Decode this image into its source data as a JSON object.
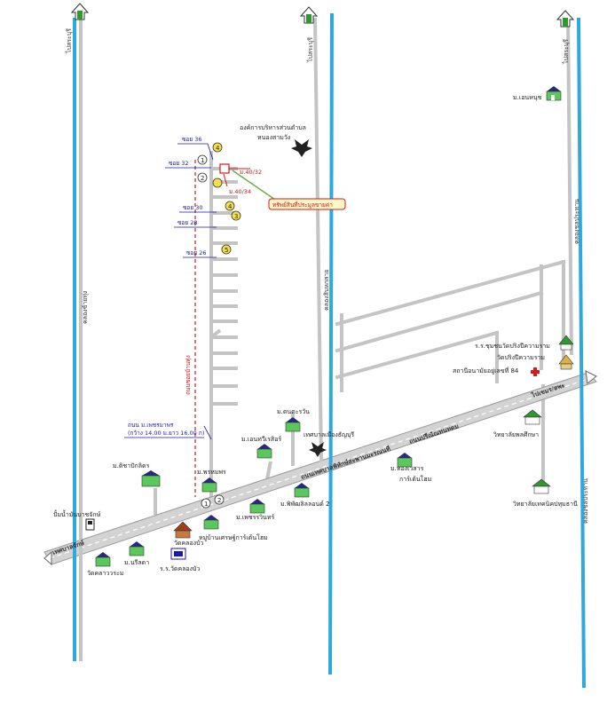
{
  "colors": {
    "water": "#2fa8de",
    "road": "#bdbdbd",
    "main_road": "#cfcfcf",
    "pointer": "#d41a1a",
    "soi_label": "#1a1aa8",
    "house_fill": "#5bc85b",
    "house_roof": "#2a2a7a"
  },
  "roads": {
    "main_road_left": "เทศบาลจักษ์",
    "main_road_upper": "ถนนปรีณัณทนทดม",
    "main_road_right": "ไปเขมร/สพะ",
    "bypass": "ถนนเทศบาลพิทักษ์สะพานมะรณนที",
    "north_left": "ไปสระบุรี",
    "north_mid": "ไปสระบุรี",
    "north_right": "ไปสระบุรี",
    "canal_left": "คลองซ้ายทุ่ง",
    "canal_mid": "คลองสิบหกสาย",
    "canal_right": "คลองชลประทาน",
    "soi_road": "ถนนซอยบ้านทุ่ง"
  },
  "sois": [
    {
      "label": "ซอย 36"
    },
    {
      "label": "ซอย 32"
    },
    {
      "label": "ซอย 30"
    },
    {
      "label": "ซอย 28"
    },
    {
      "label": "ซอย 26"
    }
  ],
  "markers": [
    "4",
    "1",
    "2",
    "4",
    "3",
    "5"
  ],
  "main_markers": [
    "1",
    "2"
  ],
  "parcels": {
    "p1": "ม.40/32",
    "p2": "ม.40/34"
  },
  "callout": "ทรัพย์สินที่ประมูลขายค่า",
  "org": "องค์การบริหารส่วนตำบล\nหนองสามวัง",
  "org_line1": "องค์การบริหารส่วนตำบล",
  "org_line2": "หนองสามวัง",
  "road_note_line1": "ถนน ม.เพชรมาพร",
  "road_note_line2": "(กว้าง 14.00 ม.ยาว 16.00 ก)",
  "places": {
    "village_top_right": "ม.เอนหนุช",
    "school_vet": "ร.ร.ชุมชนวัดปริงปีความราม",
    "temple_right": "วัดปริงปีความราม",
    "health_center": "สถานีอนามัยอยู่เลขที่ 84",
    "college": "วิทยาลัยพลศึกษา",
    "university": "วิทยาลัยเทคนิคปทุมธานี",
    "village_a": "ม.ตนตะรวัน",
    "village_b": "ม.เอนทวีเรสิอร์",
    "municipality": "เทศบาลเมืองธัญบุรี",
    "village_c": "ม.ติชาปักลิตร",
    "village_d": "ม.พรหมพร",
    "village_e": "ม.ทองเวสาร",
    "village_f": "การ์เด้นโฮม",
    "village_g": "ม.พิพัฒลิลลอนด์ 2",
    "village_h": "ม.เพชรรวินทร์",
    "village_i": "หมู่บ้านเศรษฐ์การ์เด้นโฮม",
    "temple_left": "วัดคลองบัว",
    "school_left": "ร.ร.วัดคลองบัว",
    "village_j": "ม.นรีลดา",
    "temple_far_left": "วัดคลาววระม",
    "pump": "ปั้มน้ำมันบาชจักษ์"
  },
  "health_icon": "red-cross-icon",
  "north_icon": "north-arrow-icon",
  "house_icon": "house-icon",
  "temple_icon": "temple-icon",
  "school_icon": "school-icon",
  "garuda_icon": "government-seal-icon"
}
